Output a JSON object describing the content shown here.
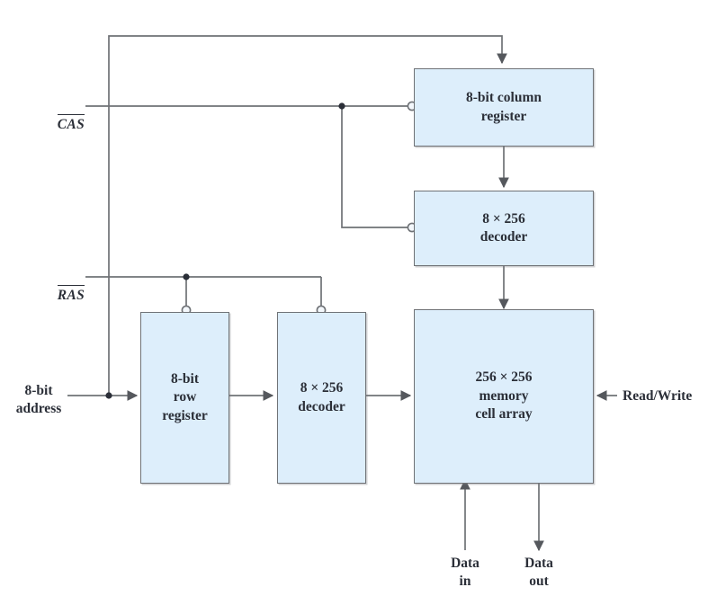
{
  "diagram": {
    "title": "DRAM chip internal organization block diagram",
    "colors": {
      "block_fill": "#ddeefb",
      "block_border": "#6f7276",
      "wire": "#6f7276",
      "text": "#2b2f38"
    },
    "blocks": [
      {
        "id": "column-register",
        "label": "8-bit column\nregister"
      },
      {
        "id": "column-decoder",
        "label": "8 × 256\ndecoder"
      },
      {
        "id": "row-register",
        "label": "8-bit\nrow\nregister"
      },
      {
        "id": "row-decoder",
        "label": "8 × 256\ndecoder"
      },
      {
        "id": "memory-array",
        "label": "256 × 256\nmemory\ncell array"
      }
    ],
    "signals": {
      "cas": "CAS",
      "ras": "RAS",
      "address": "8-bit\naddress",
      "read_write": "Read/Write",
      "data_in": "Data\nin",
      "data_out": "Data\nout"
    }
  }
}
